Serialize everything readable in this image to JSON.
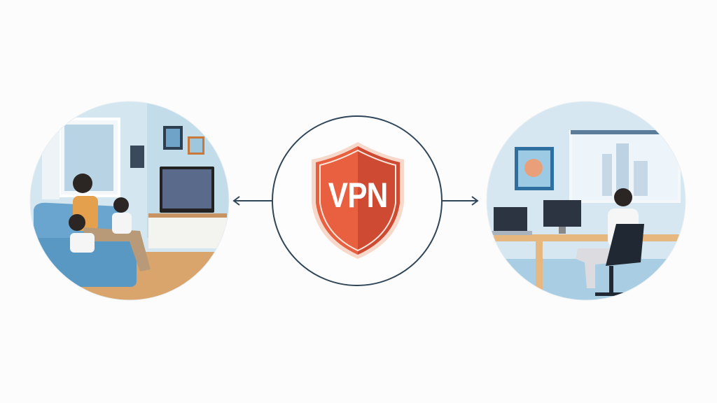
{
  "shield": {
    "label": "VPN",
    "color_light": "#e8603f",
    "color_dark": "#cf4a33"
  },
  "colors": {
    "line": "#2f4558",
    "scene_bg": "#cfe3ee"
  },
  "scenes": {
    "left": "home-family-scene",
    "right": "home-office-scene"
  }
}
